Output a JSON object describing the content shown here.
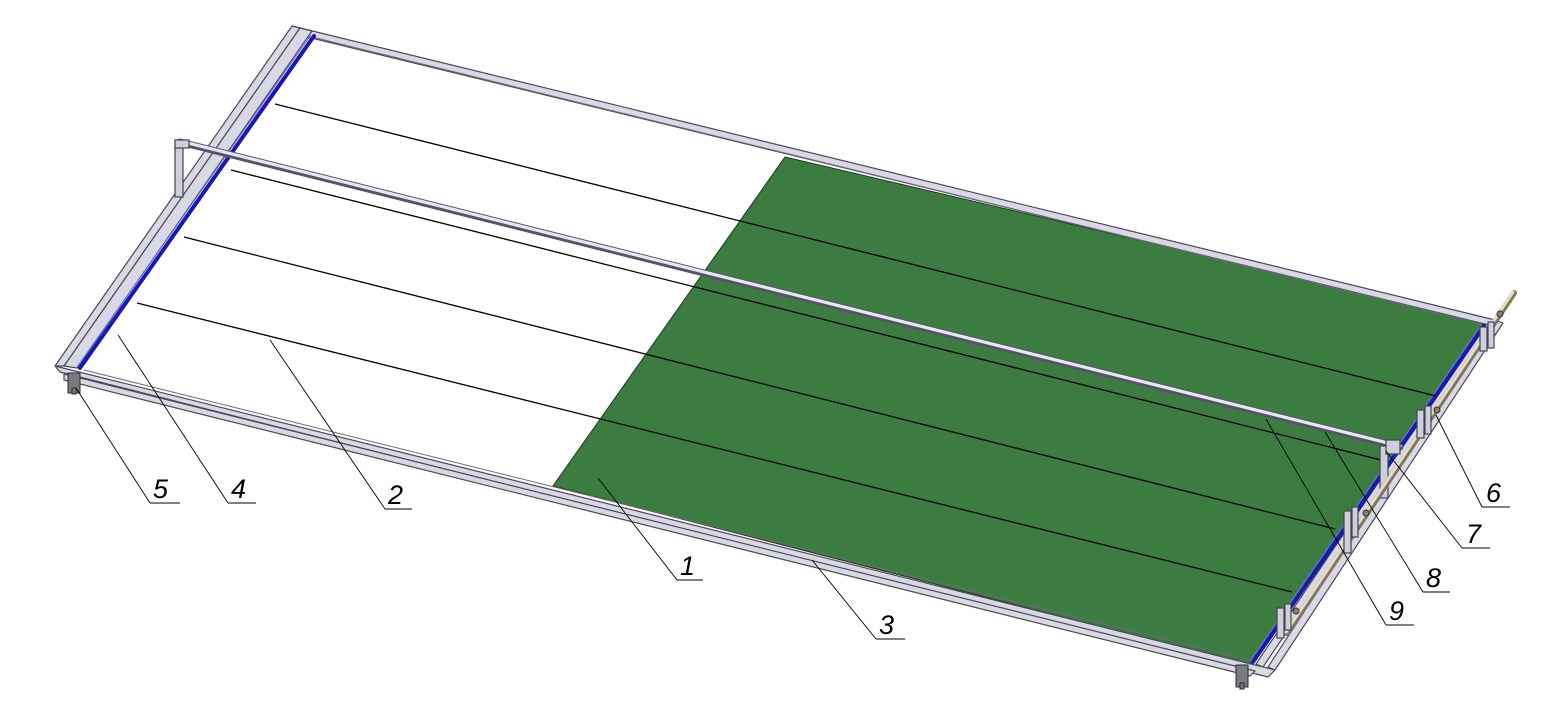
{
  "callouts": [
    {
      "key": "c1",
      "label": "1"
    },
    {
      "key": "c2",
      "label": "2"
    },
    {
      "key": "c3",
      "label": "3"
    },
    {
      "key": "c4",
      "label": "4"
    },
    {
      "key": "c5",
      "label": "5"
    },
    {
      "key": "c6",
      "label": "6"
    },
    {
      "key": "c7",
      "label": "7"
    },
    {
      "key": "c8",
      "label": "8"
    },
    {
      "key": "c9",
      "label": "9"
    }
  ],
  "colors": {
    "cover_green": "#3d7c41",
    "frame_metal": "#d9d9e6",
    "rail_blue": "#1a1aaa",
    "shaft_bronze": "#b9ae8c"
  }
}
